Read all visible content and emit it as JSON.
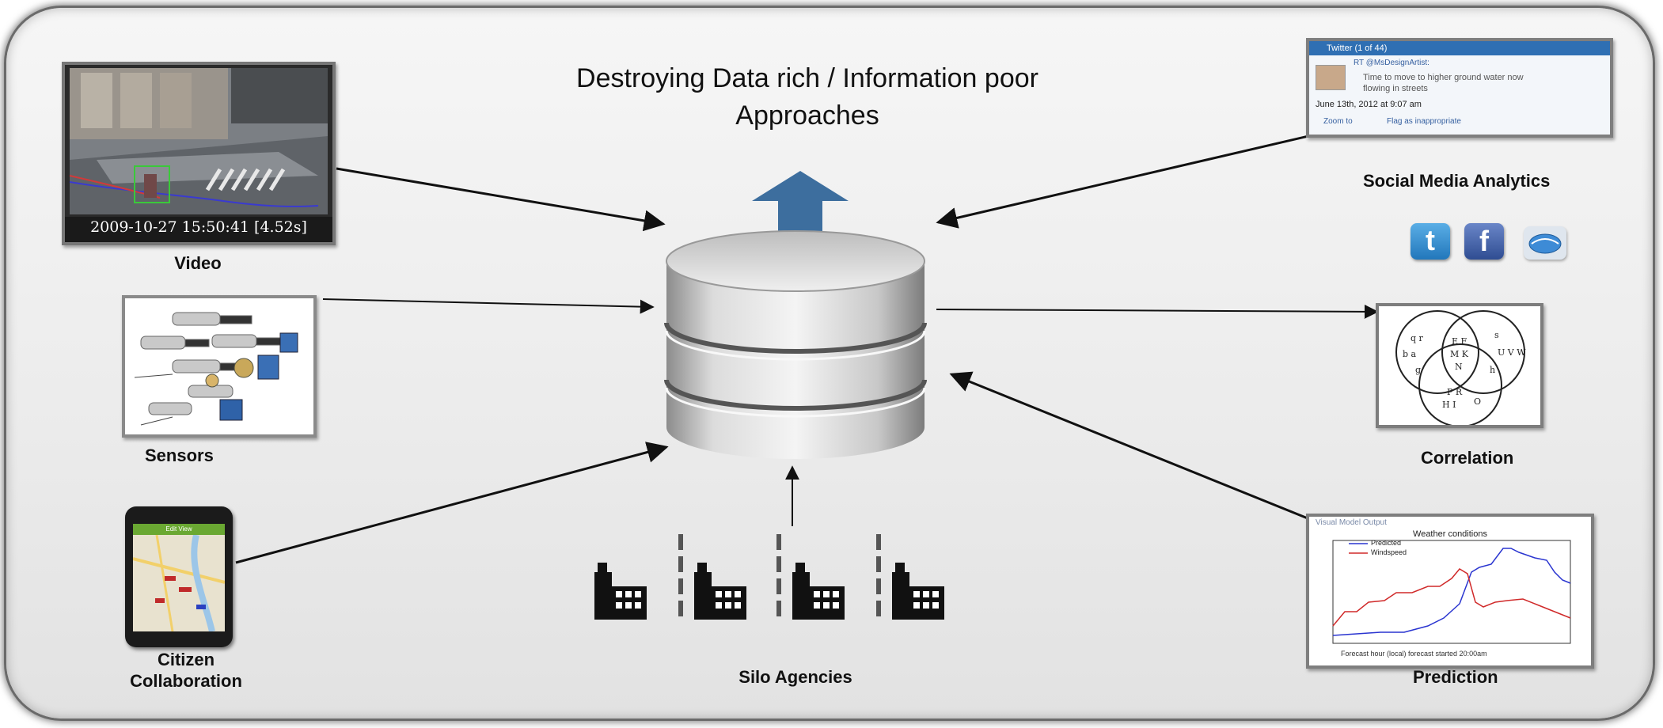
{
  "title": {
    "line1": "Destroying Data rich / Information poor",
    "line2": "Approaches"
  },
  "labels": {
    "video": "Video",
    "sensors": "Sensors",
    "citizen": "Citizen",
    "collaboration": "Collaboration",
    "silo": "Silo Agencies",
    "social": "Social Media Analytics",
    "correlation": "Correlation",
    "prediction": "Prediction"
  },
  "video": {
    "timestamp": "2009-10-27 15:50:41 [4.52s]"
  },
  "twitter": {
    "header": "Twitter (1 of 44)",
    "handle": "RT @MsDesignArtist:",
    "text1": "Time to move to higher ground water now",
    "text2": "flowing in streets",
    "date": "June 13th, 2012 at 9:07 am",
    "zoom": "Zoom to",
    "flag": "Flag as inappropriate"
  },
  "phone": {
    "app_title": "Edit View"
  },
  "prediction_chart": {
    "header": "Visual Model Output",
    "title": "Weather conditions",
    "legend1": "Predicted",
    "legend2": "Windspeed",
    "xlabel": "Forecast hour (local)   forecast started 20:00am"
  },
  "colors": {
    "arrow_up": "#3d6e9e",
    "db_light": "#e8e8e8",
    "db_dark": "#9a9a9a",
    "twitter": "#2f86c7",
    "facebook": "#3b5aa0"
  }
}
